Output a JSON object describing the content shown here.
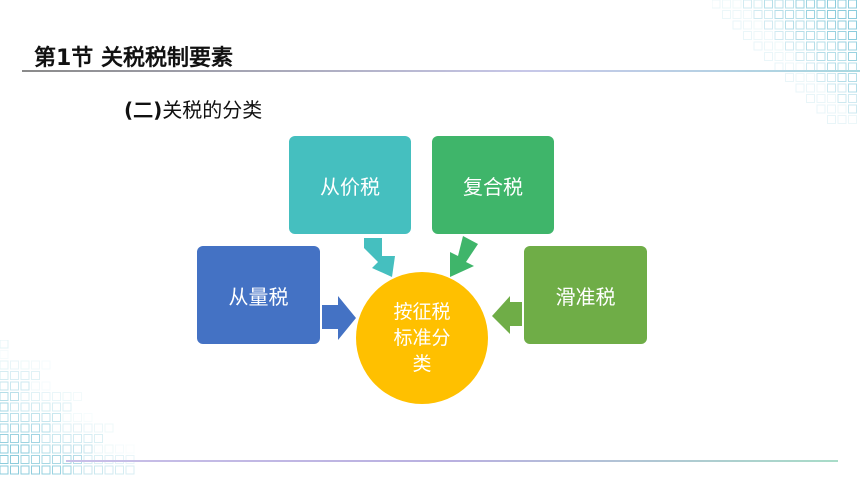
{
  "slide": {
    "title": "第1节  关税税制要素",
    "subtitle_prefix": "(二)",
    "subtitle_text": "关税的分类"
  },
  "diagram": {
    "center_lines": [
      "按征税",
      "标准分",
      "类"
    ],
    "boxes": {
      "ad_valorem": "从价税",
      "compound": "复合税",
      "specific": "从量税",
      "sliding": "滑准税"
    },
    "colors": {
      "ad_valorem": "#45bfbf",
      "compound": "#3fb56a",
      "specific": "#4472c4",
      "sliding": "#6fad47",
      "center": "#ffc000"
    }
  }
}
